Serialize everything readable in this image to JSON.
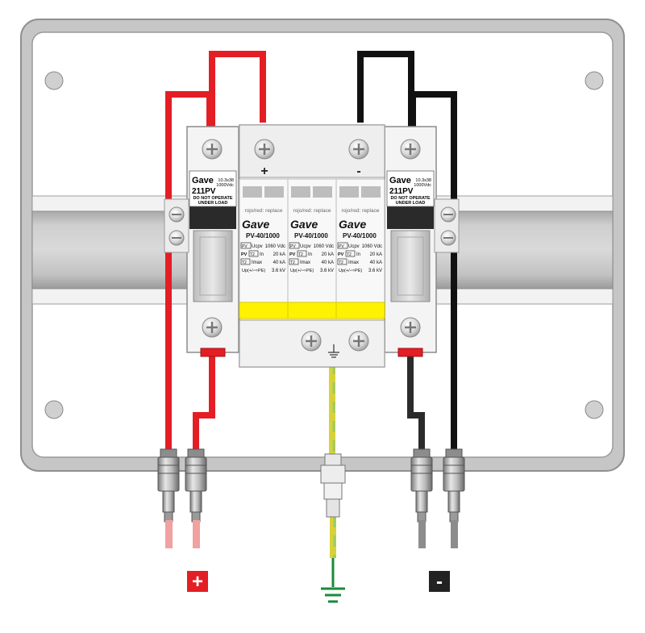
{
  "fuse_holders": [
    {
      "brand": "Gave",
      "model": "211PV",
      "rating_line1": "10.3x38",
      "rating_line2": "1000Vdc",
      "warning_line1": "DO NOT OPERATE",
      "warning_line2": "UNDER LOAD"
    },
    {
      "brand": "Gave",
      "model": "211PV",
      "rating_line1": "10.3x38",
      "rating_line2": "1000Vdc",
      "warning_line1": "DO NOT OPERATE",
      "warning_line2": "UNDER LOAD"
    }
  ],
  "surge_protector": {
    "plus_terminal": "+",
    "minus_terminal": "-",
    "modules": [
      {
        "replace_text": "rojo/red: replace",
        "brand": "Gave",
        "model": "PV-40/1000",
        "specs": [
          {
            "label": "Ucpv",
            "value": "1060 Vdc"
          },
          {
            "label": "In",
            "value": "20 kA"
          },
          {
            "label": "Imax",
            "value": "40 kA"
          },
          {
            "label": "Up(+/-⇨PE)",
            "value": "3.6 kV"
          }
        ]
      },
      {
        "replace_text": "rojo/red: replace",
        "brand": "Gave",
        "model": "PV-40/1000",
        "specs": [
          {
            "label": "Ucpv",
            "value": "1060 Vdc"
          },
          {
            "label": "In",
            "value": "20 kA"
          },
          {
            "label": "Imax",
            "value": "40 kA"
          },
          {
            "label": "Up(+/-⇨PE)",
            "value": "3.6 kV"
          }
        ]
      },
      {
        "replace_text": "rojo/red: replace",
        "brand": "Gave",
        "model": "PV-40/1000",
        "specs": [
          {
            "label": "Ucpv",
            "value": "1060 Vdc"
          },
          {
            "label": "In",
            "value": "20 kA"
          },
          {
            "label": "Imax",
            "value": "40 kA"
          },
          {
            "label": "Up(+/-⇨PE)",
            "value": "3.6 kV"
          }
        ]
      }
    ],
    "tags": {
      "pv": "PV",
      "t2": "T2"
    }
  },
  "legend": {
    "positive_symbol": "+",
    "negative_symbol": "-"
  },
  "colors": {
    "positive_wire": "#e31e24",
    "negative_wire": "#111111",
    "ground_wire_a": "#d8d23a",
    "ground_wire_b": "#9ccb67",
    "ground_symbol": "#1a8a3a",
    "indicator_yellow": "#fff200",
    "enclosure": "#c8c8c8"
  },
  "icons": {
    "positive_badge": "plus-badge-icon",
    "negative_badge": "minus-badge-icon",
    "ground": "earth-ground-icon",
    "screw": "screw-head-icon"
  }
}
